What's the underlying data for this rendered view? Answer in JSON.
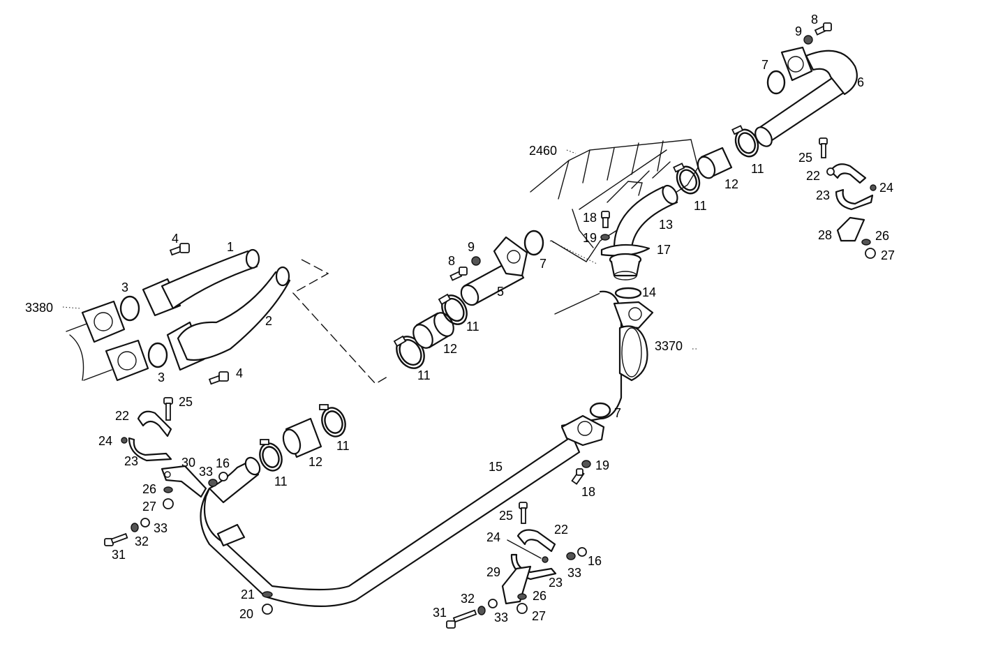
{
  "diagram": {
    "references": {
      "engine_block": "2460",
      "left_manifold": "3380",
      "muffler": "3370"
    },
    "callouts": {
      "c1": "1",
      "c2": "2",
      "c3a": "3",
      "c3b": "3",
      "c4a": "4",
      "c4b": "4",
      "c5": "5",
      "c6": "6",
      "c7a": "7",
      "c7b": "7",
      "c7c": "7",
      "c8a": "8",
      "c8b": "8",
      "c9a": "9",
      "c9b": "9",
      "c11a": "11",
      "c11b": "11",
      "c11c": "11",
      "c11d": "11",
      "c11e": "11",
      "c11f": "11",
      "c12a": "12",
      "c12b": "12",
      "c12c": "12",
      "c13": "13",
      "c14": "14",
      "c15": "15",
      "c16a": "16",
      "c16b": "16",
      "c17": "17",
      "c18a": "18",
      "c18b": "18",
      "c19a": "19",
      "c19b": "19",
      "c20": "20",
      "c21": "21",
      "c22a": "22",
      "c22b": "22",
      "c22c": "22",
      "c23a": "23",
      "c23b": "23",
      "c23c": "23",
      "c24a": "24",
      "c24b": "24",
      "c24c": "24",
      "c25a": "25",
      "c25b": "25",
      "c25c": "25",
      "c26a": "26",
      "c26b": "26",
      "c26c": "26",
      "c27a": "27",
      "c27b": "27",
      "c27c": "27",
      "c28": "28",
      "c29": "29",
      "c30": "30",
      "c31a": "31",
      "c31b": "31",
      "c32a": "32",
      "c32b": "32",
      "c33a": "33",
      "c33b": "33",
      "c33c": "33",
      "c33d": "33"
    }
  }
}
